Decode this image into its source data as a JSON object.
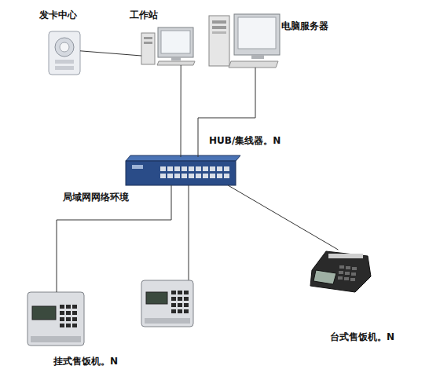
{
  "diagram": {
    "nodes": [
      {
        "text": [
          "发卡中心"
        ]
      },
      {
        "text": [
          "工作站"
        ]
      },
      {
        "text": [
          "电脑服务器"
        ]
      },
      {
        "text": [
          "HUB/集线器。N",
          "局域网网络环境"
        ]
      },
      {
        "text": [
          "挂式售饭机。N"
        ]
      },
      {
        "text": [
          "台式售饭机。N"
        ]
      }
    ],
    "edges": [
      {
        "from": 0,
        "to": 1,
        "arrow": "none"
      },
      {
        "from": 1,
        "to": 3,
        "arrow": "none"
      },
      {
        "from": 2,
        "to": 3,
        "arrow": "none"
      },
      {
        "from": 3,
        "to": 4,
        "arrow": "none"
      },
      {
        "from": 3,
        "to": 5,
        "arrow": "none"
      }
    ]
  }
}
